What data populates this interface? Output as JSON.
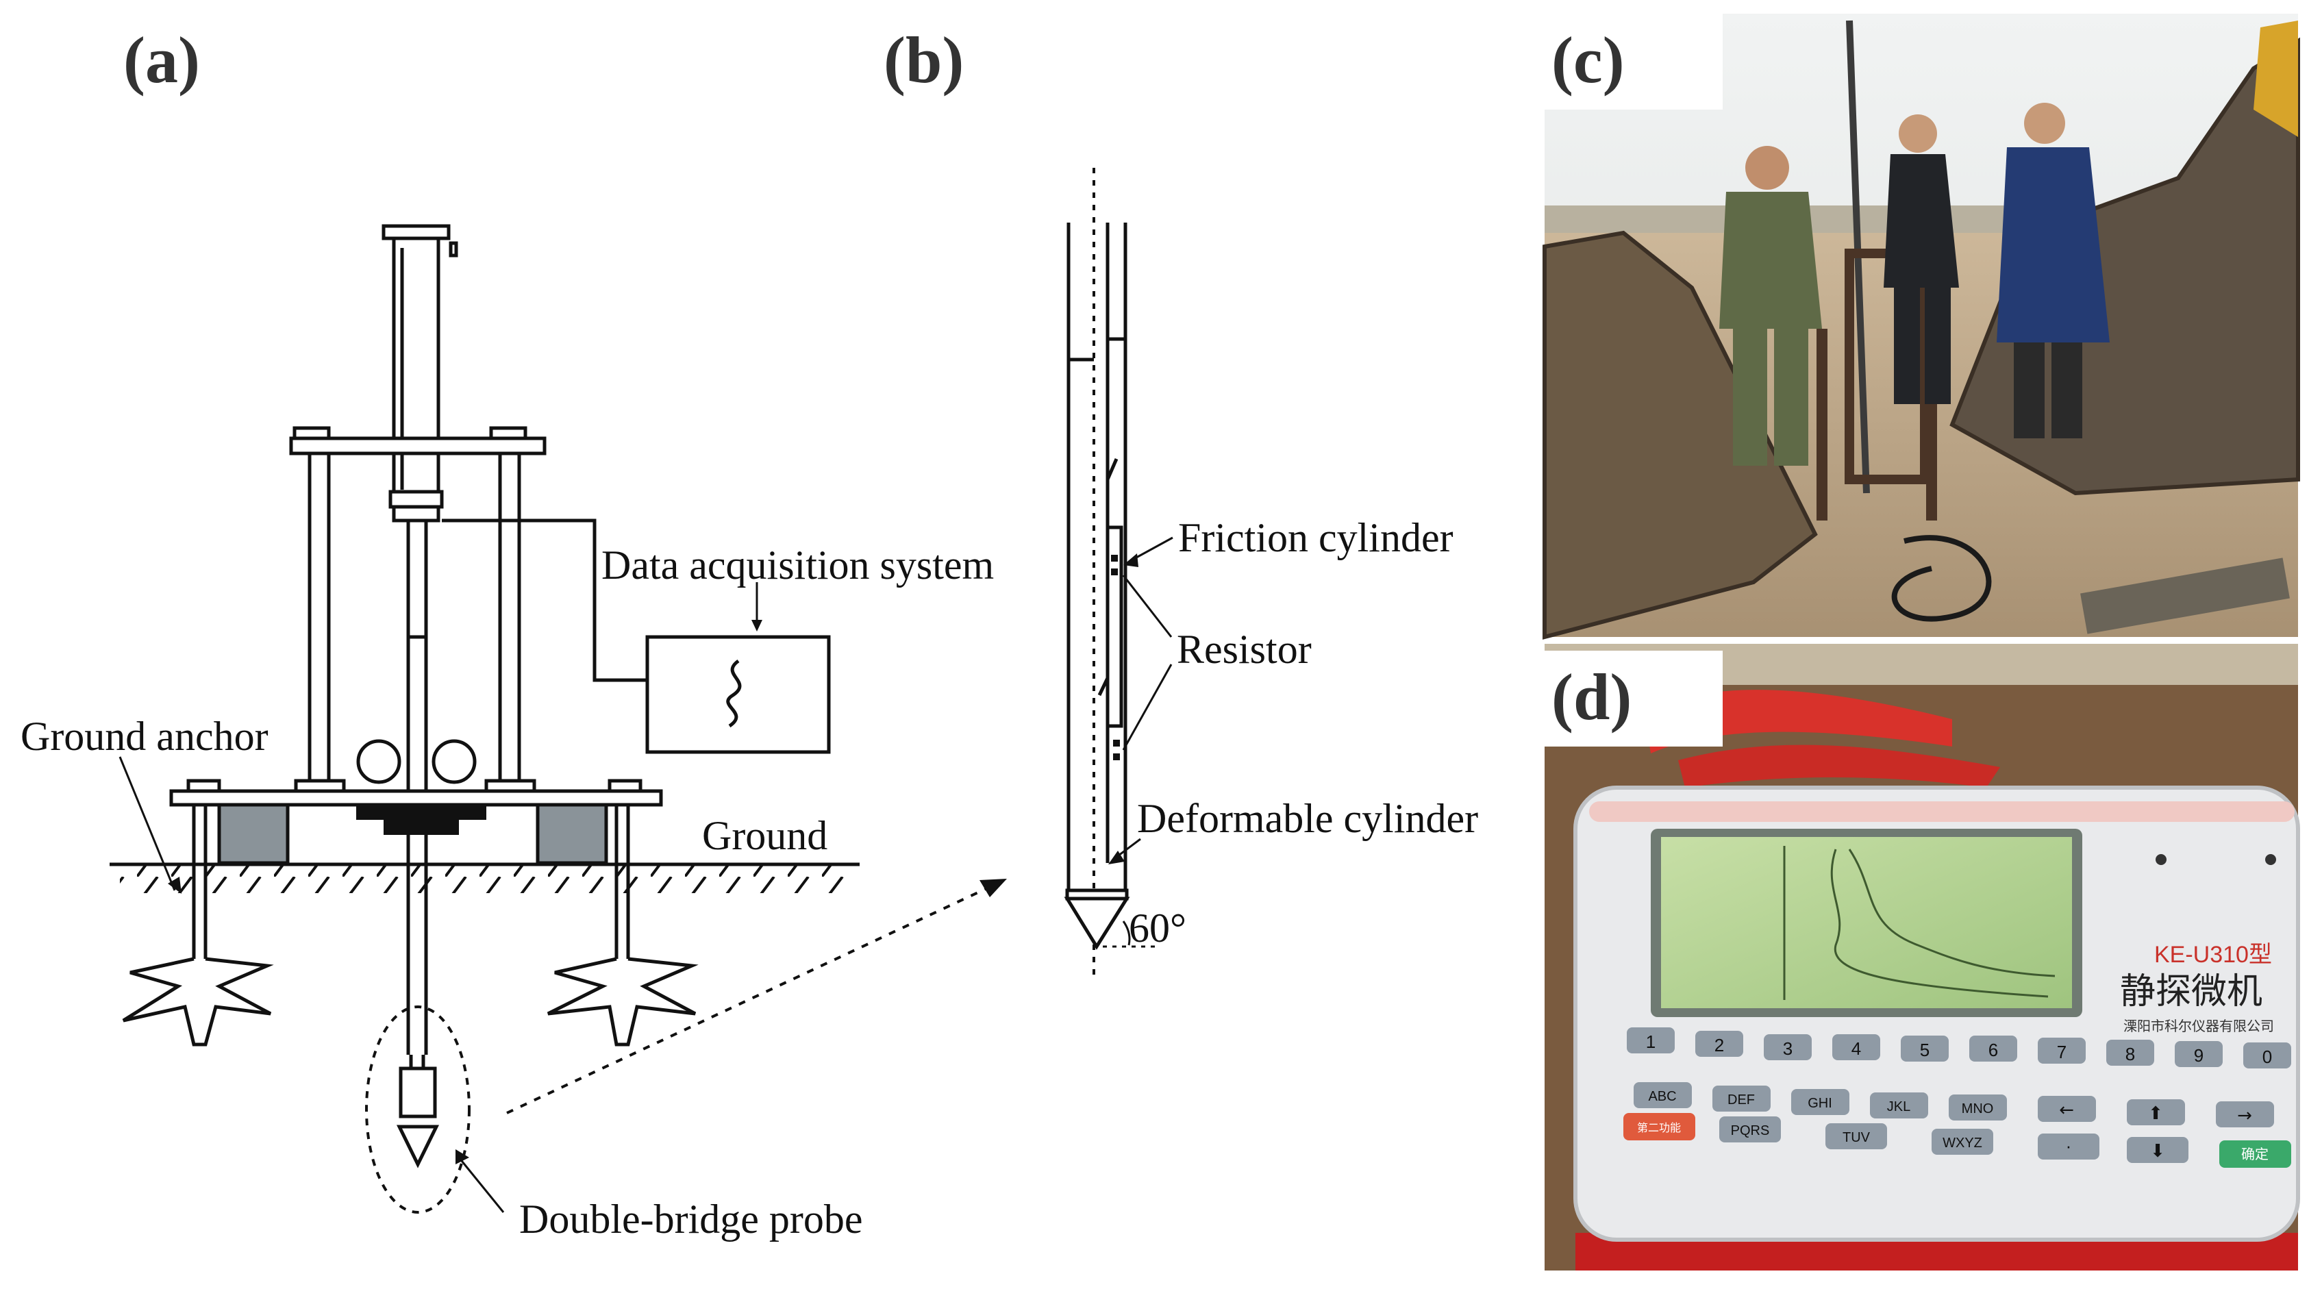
{
  "panels": {
    "a": {
      "label": "(a)"
    },
    "b": {
      "label": "(b)"
    },
    "c": {
      "label": "(c)"
    },
    "d": {
      "label": "(d)"
    }
  },
  "annotations_a": {
    "data_acquisition": "Data acquisition system",
    "ground_anchor": "Ground anchor",
    "ground": "Ground",
    "probe": "Double-bridge probe"
  },
  "annotations_b": {
    "friction": "Friction cylinder",
    "resistor": "Resistor",
    "deformable": "Deformable cylinder",
    "angle": "60°"
  },
  "device_d": {
    "model": "KE-U310型",
    "name": "静探微机",
    "maker": "溧阳市科尔仪器有限公司",
    "keys_row1": [
      "1",
      "2",
      "3",
      "4",
      "5",
      "6",
      "7",
      "8",
      "9",
      "0"
    ],
    "keys_row2": [
      "ABC",
      "DEF",
      "GHI",
      "JKL",
      "MNO",
      "←",
      "⬆",
      "→"
    ],
    "keys_row3": [
      "第二功能",
      "PQRS",
      "TUV",
      "WXYZ",
      "·",
      "⬇",
      "确定"
    ]
  },
  "colors": {
    "anchor_block": "#8a9399",
    "lcd": "#b9d79a",
    "keypad_body": "#e9eaec",
    "pliers": "#d8322b"
  }
}
